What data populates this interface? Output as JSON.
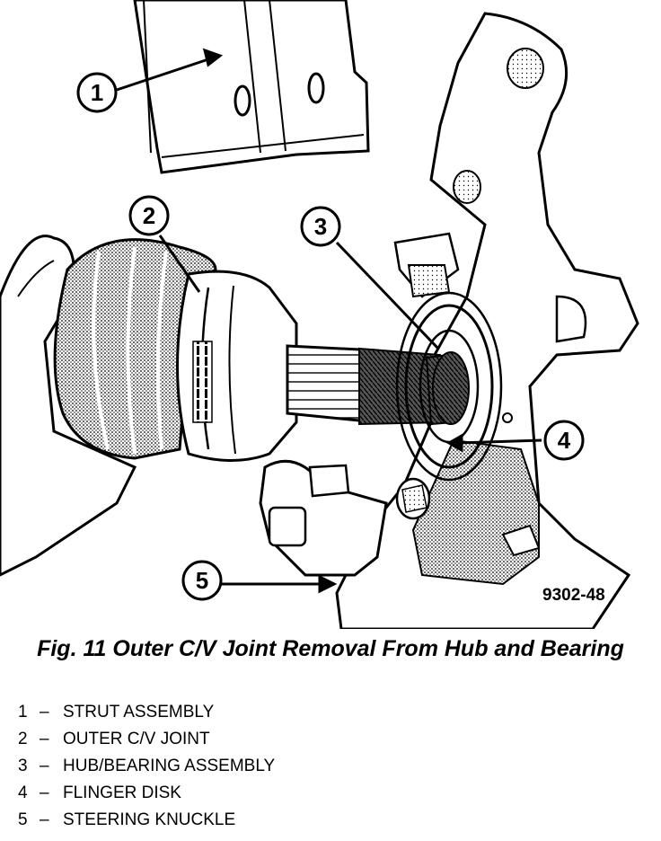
{
  "figure": {
    "code": "9302-48",
    "caption": "Fig. 11 Outer C/V Joint Removal From Hub and Bearing",
    "callouts": [
      {
        "number": "1"
      },
      {
        "number": "2"
      },
      {
        "number": "3"
      },
      {
        "number": "4"
      },
      {
        "number": "5"
      }
    ]
  },
  "legend": [
    {
      "number": "1",
      "dash": "–",
      "label": "STRUT ASSEMBLY"
    },
    {
      "number": "2",
      "dash": "–",
      "label": "OUTER C/V JOINT"
    },
    {
      "number": "3",
      "dash": "–",
      "label": "HUB/BEARING ASSEMBLY"
    },
    {
      "number": "4",
      "dash": "–",
      "label": "FLINGER DISK"
    },
    {
      "number": "5",
      "dash": "–",
      "label": "STEERING KNUCKLE"
    }
  ]
}
